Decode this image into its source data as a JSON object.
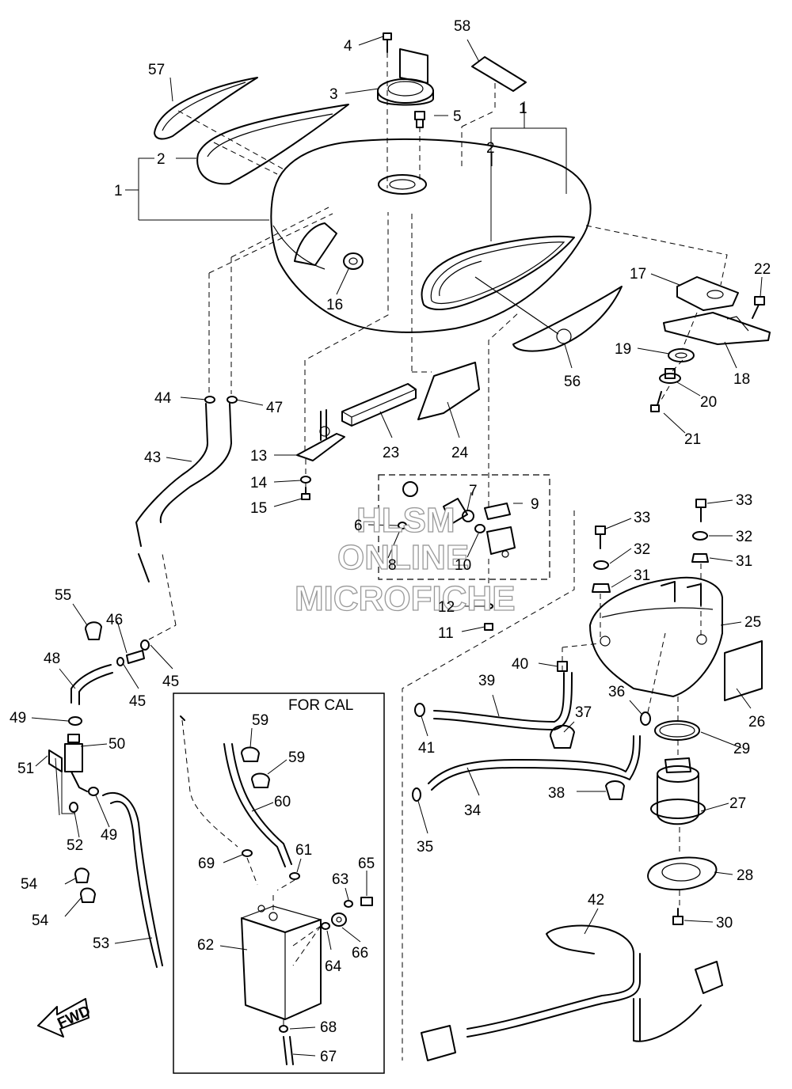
{
  "callouts": [
    "1",
    "2",
    "3",
    "4",
    "5",
    "6",
    "7",
    "8",
    "9",
    "10",
    "11",
    "12",
    "13",
    "14",
    "15",
    "16",
    "17",
    "18",
    "19",
    "20",
    "21",
    "22",
    "23",
    "24",
    "25",
    "26",
    "27",
    "28",
    "29",
    "30",
    "31",
    "32",
    "33",
    "34",
    "35",
    "36",
    "37",
    "38",
    "39",
    "40",
    "41",
    "42",
    "43",
    "44",
    "45",
    "46",
    "47",
    "48",
    "49",
    "50",
    "51",
    "52",
    "53",
    "54",
    "55",
    "56",
    "57",
    "58",
    "59",
    "60",
    "61",
    "62",
    "63",
    "64",
    "65",
    "66",
    "67",
    "68",
    "69"
  ],
  "inset_title": "FOR CAL",
  "watermark": {
    "line1": "HLSM",
    "line2": "ONLINE",
    "line3": "MICROFICHE"
  },
  "fwd_label": "FWD"
}
